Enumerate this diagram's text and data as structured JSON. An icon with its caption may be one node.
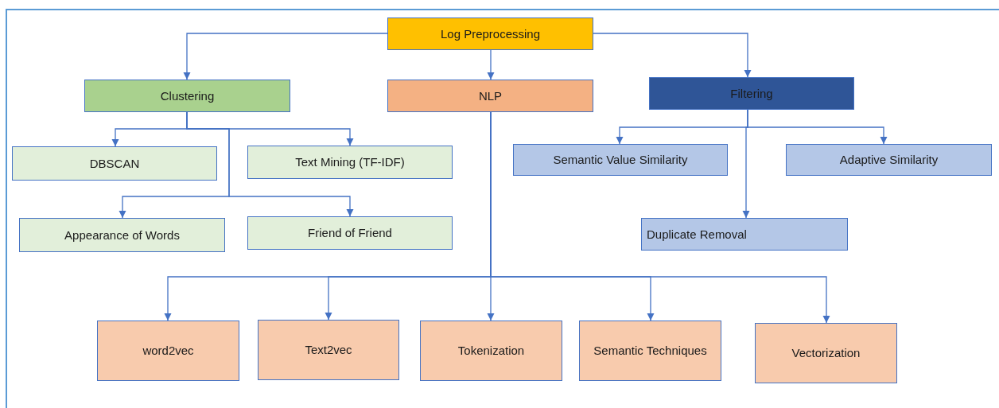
{
  "diagram": {
    "nodes": [
      {
        "text": [
          "Log Preprocessing"
        ]
      },
      {
        "text": [
          "Clustering"
        ]
      },
      {
        "text": [
          "NLP"
        ]
      },
      {
        "text": [
          "Filtering"
        ]
      },
      {
        "text": [
          "DBSCAN"
        ]
      },
      {
        "text": [
          "Text Mining (TF-IDF)"
        ]
      },
      {
        "text": [
          "Appearance of Words"
        ]
      },
      {
        "text": [
          "Friend of Friend"
        ]
      },
      {
        "text": [
          "Semantic Value Similarity"
        ]
      },
      {
        "text": [
          "Adaptive Similarity"
        ]
      },
      {
        "text": [
          "Duplicate Removal"
        ]
      },
      {
        "text": [
          "word2vec"
        ]
      },
      {
        "text": [
          "Text2vec"
        ]
      },
      {
        "text": [
          "Tokenization"
        ]
      },
      {
        "text": [
          "Semantic Techniques"
        ]
      },
      {
        "text": [
          "Vectorization"
        ]
      }
    ],
    "edges": [
      {
        "from": 0,
        "to": 1,
        "arrow": "to"
      },
      {
        "from": 0,
        "to": 2,
        "arrow": "to"
      },
      {
        "from": 0,
        "to": 3,
        "arrow": "to"
      },
      {
        "from": 1,
        "to": 4,
        "arrow": "to"
      },
      {
        "from": 1,
        "to": 5,
        "arrow": "to"
      },
      {
        "from": 1,
        "to": 6,
        "arrow": "to"
      },
      {
        "from": 1,
        "to": 7,
        "arrow": "to"
      },
      {
        "from": 3,
        "to": 8,
        "arrow": "to"
      },
      {
        "from": 3,
        "to": 9,
        "arrow": "to"
      },
      {
        "from": 3,
        "to": 10,
        "arrow": "to"
      },
      {
        "from": 2,
        "to": 11,
        "arrow": "to"
      },
      {
        "from": 2,
        "to": 12,
        "arrow": "to"
      },
      {
        "from": 2,
        "to": 13,
        "arrow": "to"
      },
      {
        "from": 2,
        "to": 14,
        "arrow": "to"
      },
      {
        "from": 2,
        "to": 15,
        "arrow": "to"
      }
    ]
  }
}
